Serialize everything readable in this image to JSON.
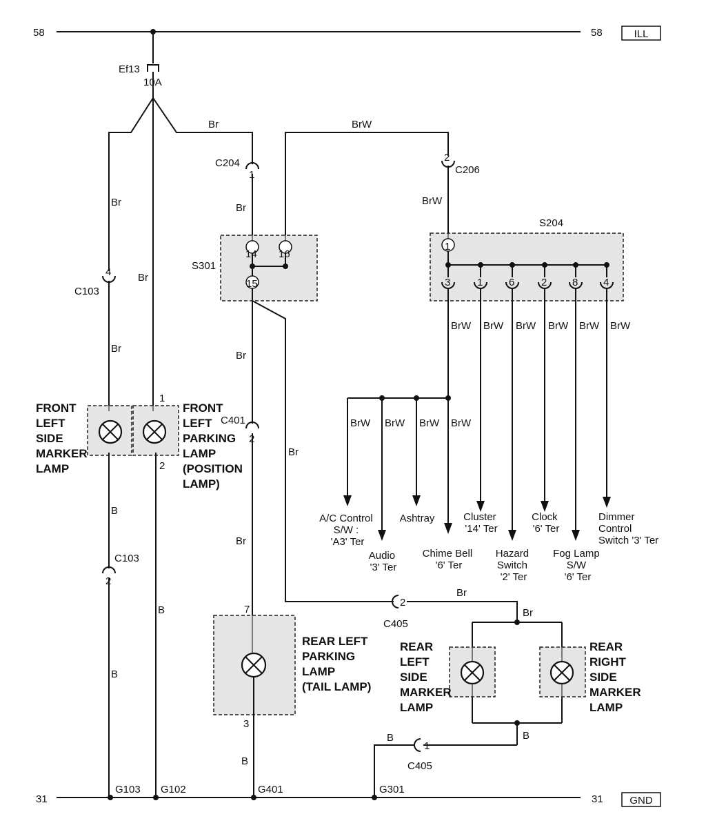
{
  "rails": {
    "top_left": "58",
    "top_right": "58",
    "top_tag": "ILL",
    "bottom_left": "31",
    "bottom_right": "31",
    "bottom_tag": "GND"
  },
  "fuse": {
    "name": "Ef13",
    "rating": "10A"
  },
  "wires": {
    "br_top": "Br",
    "brw_top": "BrW",
    "br_c204": "Br",
    "brw_c206": "BrW",
    "br_left1": "Br",
    "br_mid": "Br",
    "br_left2": "Br",
    "br_s301": "Br",
    "br_long": "Br",
    "b_fl": "B",
    "br_c401": "Br",
    "b_left": "B",
    "b_mid": "B",
    "b_rl": "B",
    "br_c405": "Br",
    "br_rear": "Br",
    "b_rear": "B",
    "b_c405": "B",
    "brw_s204_1": "BrW",
    "brw_s204_2": "BrW",
    "brw_s204_3": "BrW",
    "brw_s204_4": "BrW",
    "brw_s204_5": "BrW",
    "brw_s204_6": "BrW",
    "brw_b1": "BrW",
    "brw_b2": "BrW",
    "brw_b3": "BrW",
    "brw_b4": "BrW"
  },
  "connectors": {
    "c204": "C204",
    "c204_pin": "1",
    "c206": "C206",
    "c206_pin": "2",
    "c103_top": "C103",
    "c103_top_pin": "4",
    "c103_bot": "C103",
    "c103_bot_pin": "2",
    "c401": "C401",
    "c401_pin": "2",
    "c405_top": "C405",
    "c405_top_pin": "2",
    "c405_bot": "C405",
    "c405_bot_pin": "1"
  },
  "splices": {
    "s301": "S301",
    "s301_pins": [
      "14",
      "16",
      "15"
    ],
    "s204": "S204",
    "s204_top_pin": "1",
    "s204_pins": [
      "3",
      "1",
      "6",
      "2",
      "8",
      "4"
    ]
  },
  "components": {
    "front_side_marker": [
      "FRONT",
      "LEFT",
      "SIDE",
      "MARKER",
      "LAMP"
    ],
    "front_parking": [
      "FRONT",
      "LEFT",
      "PARKING",
      "LAMP",
      "(POSITION",
      "LAMP)"
    ],
    "front_parking_pins": [
      "1",
      "2"
    ],
    "rear_parking": [
      "REAR LEFT",
      "PARKING",
      "LAMP",
      "(TAIL LAMP)"
    ],
    "rear_parking_pins": [
      "7",
      "3"
    ],
    "rear_left_marker": [
      "REAR",
      "LEFT",
      "SIDE",
      "MARKER",
      "LAMP"
    ],
    "rear_right_marker": [
      "REAR",
      "RIGHT",
      "SIDE",
      "MARKER",
      "LAMP"
    ]
  },
  "destinations": {
    "ac": [
      "A/C Control",
      "S/W :",
      "'A3' Ter"
    ],
    "audio": [
      "Audio",
      "'3' Ter"
    ],
    "ashtray": [
      "Ashtray"
    ],
    "chime": [
      "Chime Bell",
      "'6' Ter"
    ],
    "cluster": [
      "Cluster",
      "'14' Ter"
    ],
    "hazard": [
      "Hazard",
      "Switch",
      "'2' Ter"
    ],
    "clock": [
      "Clock",
      "'6' Ter"
    ],
    "fog": [
      "Fog Lamp",
      "S/W",
      "'6' Ter"
    ],
    "dimmer": [
      "Dimmer",
      "Control",
      "Switch '3' Ter"
    ]
  },
  "grounds": {
    "g103": "G103",
    "g102": "G102",
    "g401": "G401",
    "g301": "G301"
  }
}
